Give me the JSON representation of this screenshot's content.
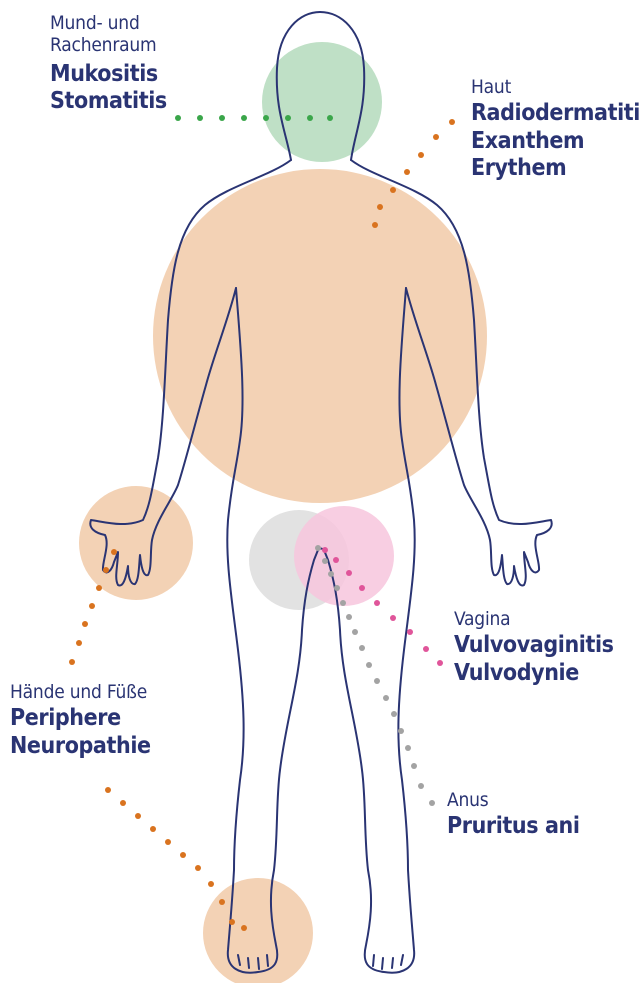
{
  "colors": {
    "outline": "#2a3473",
    "text": "#2a3473",
    "mouth_zone": "#bfe0c6",
    "mouth_dots": "#3aa64a",
    "skin_zone": "#f3d2b5",
    "skin_dots": "#d9731f",
    "anus_zone": "#dddddd",
    "anus_dots": "#a3a3a3",
    "vagina_zone": "#f7c5dd",
    "vagina_dots": "#e0559a"
  },
  "labels": {
    "mouth": {
      "region": "Mund- und Rachenraum",
      "region_line1": "Mund- und",
      "region_line2": "Rachenraum",
      "terms": [
        "Mukositis",
        "Stomatitis"
      ]
    },
    "skin": {
      "region": "Haut",
      "terms": [
        "Radiodermatitis",
        "Exanthem",
        "Erythem"
      ]
    },
    "vagina": {
      "region": "Vagina",
      "terms": [
        "Vulvovaginitis",
        "Vulvodynie"
      ]
    },
    "hands_feet": {
      "region": "Hände und Füße",
      "terms": [
        "Periphere",
        "Neuropathie"
      ]
    },
    "anus": {
      "region": "Anus",
      "terms": [
        "Pruritus ani"
      ]
    }
  }
}
